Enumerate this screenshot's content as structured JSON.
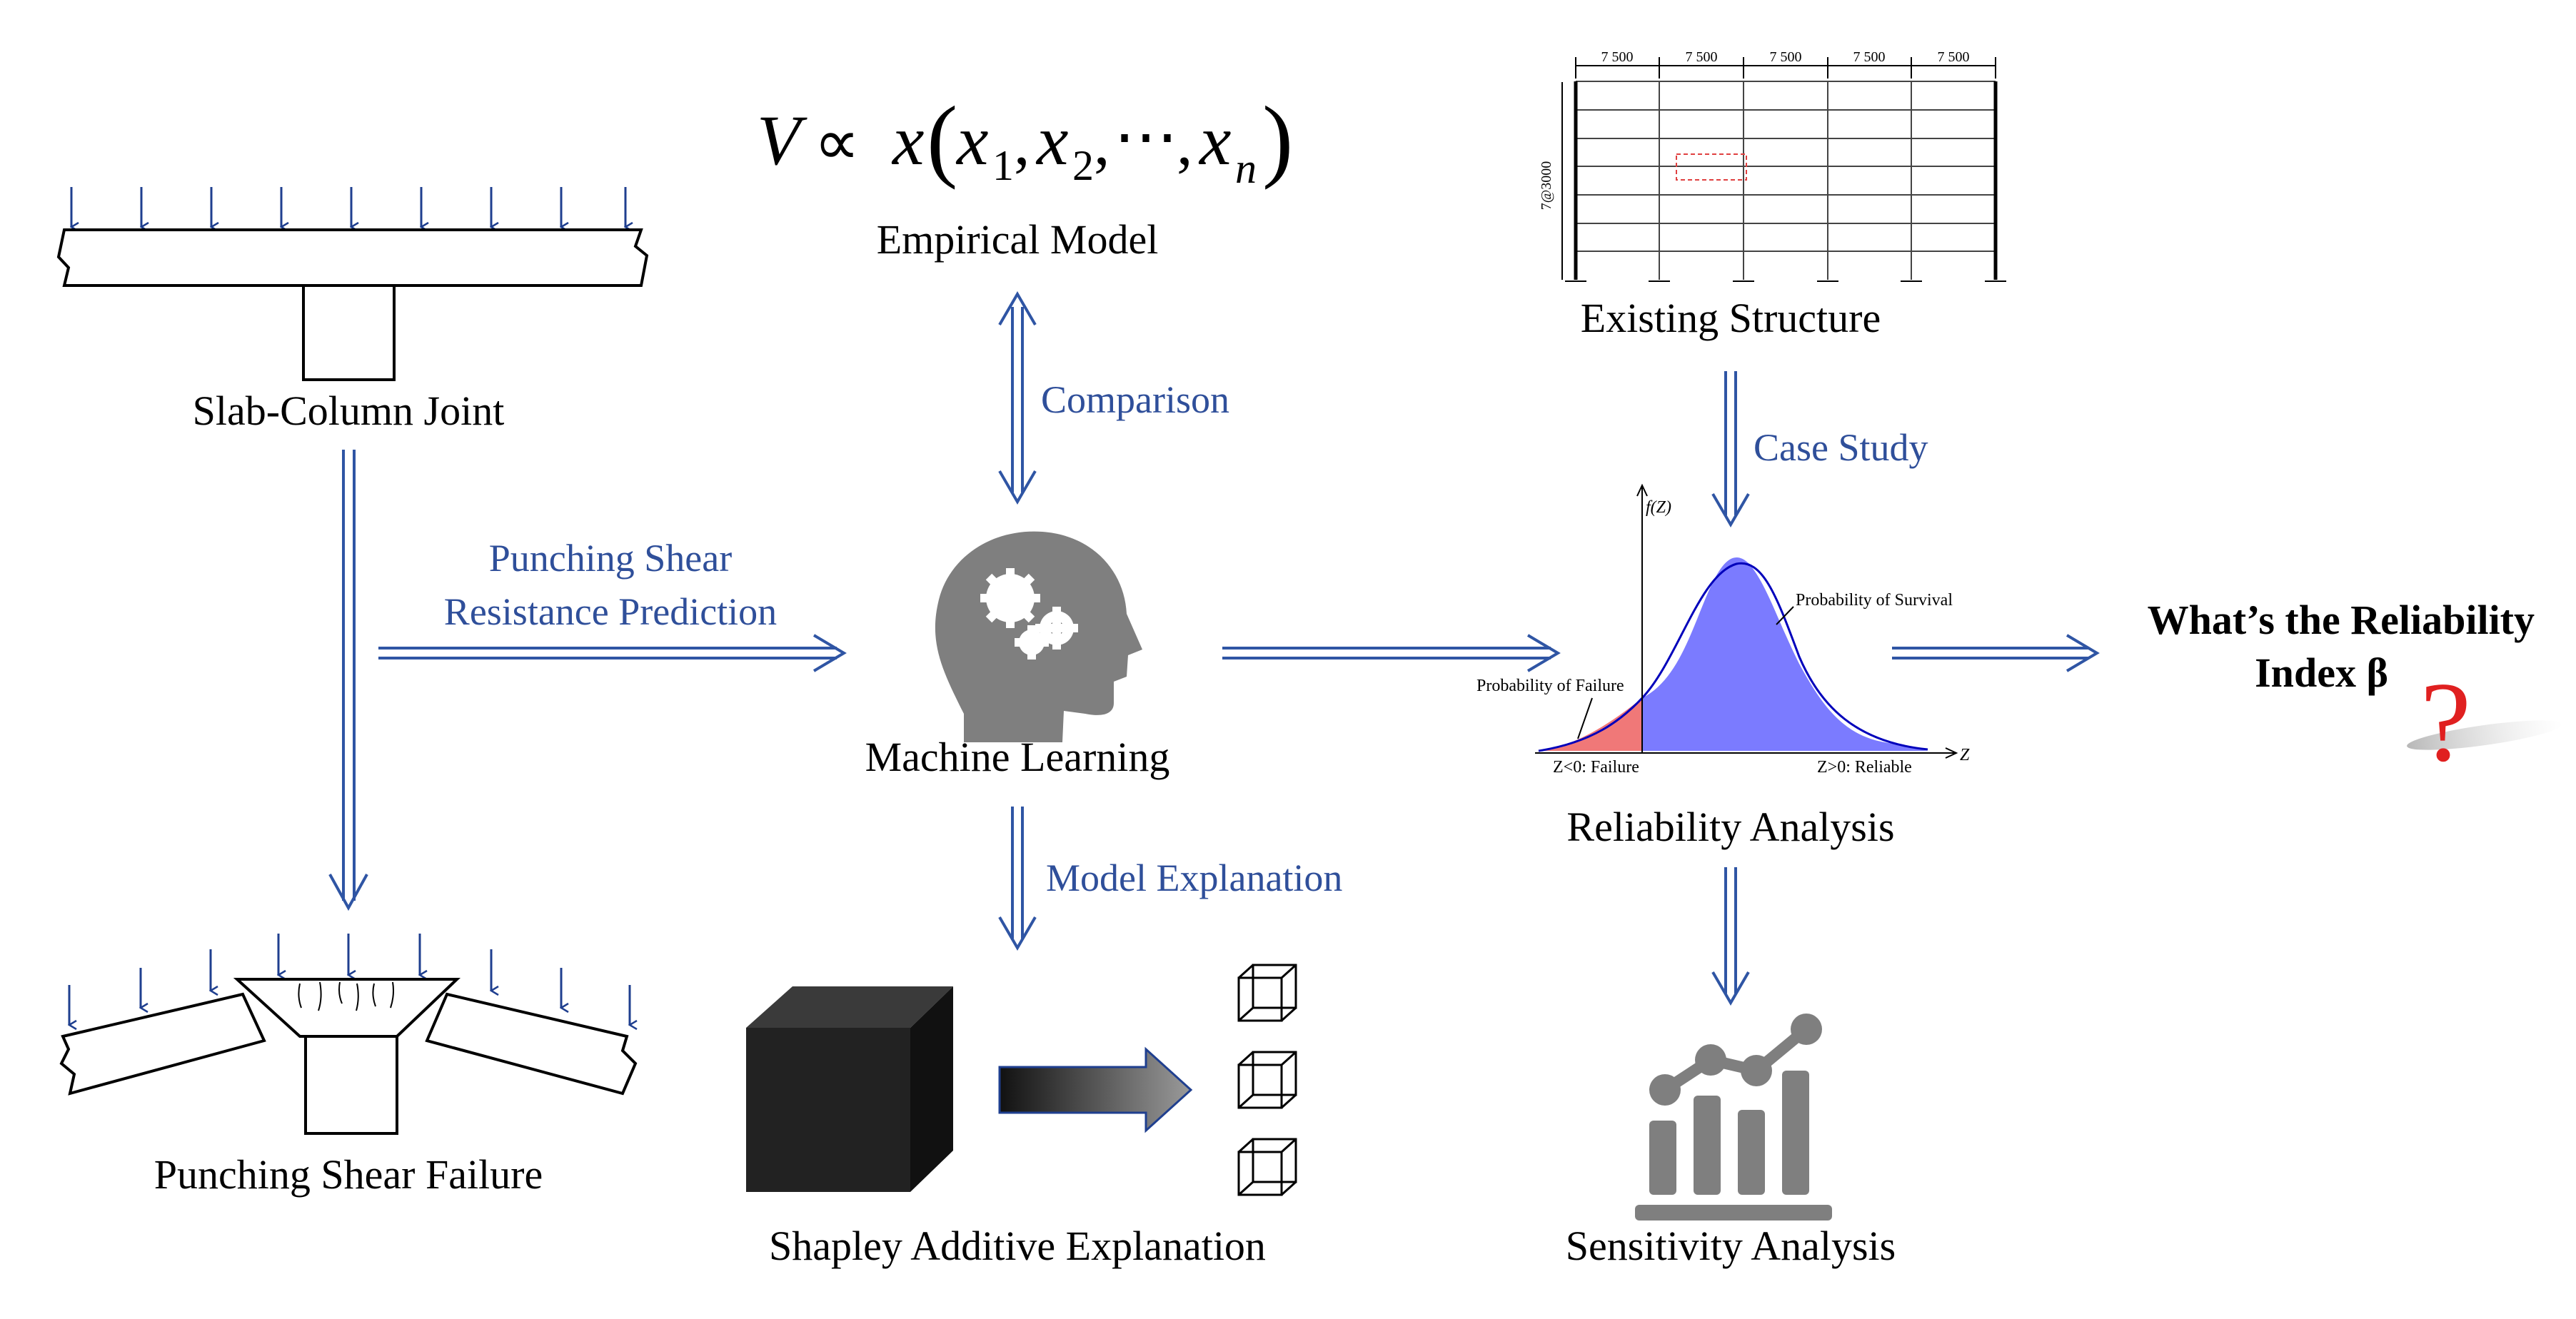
{
  "formula": {
    "lhs": "V",
    "rel": "∝",
    "fn": "x",
    "args": [
      "x",
      "1",
      "x",
      "2",
      "⋯",
      "x",
      "n"
    ]
  },
  "labels": {
    "empirical_model": "Empirical Model",
    "slab_column_joint": "Slab-Column Joint",
    "punching_shear_failure": "Punching Shear Failure",
    "machine_learning": "Machine Learning",
    "shapley": "Shapley Additive Explanation",
    "existing_structure": "Existing Structure",
    "reliability_analysis": "Reliability Analysis",
    "sensitivity_analysis": "Sensitivity Analysis",
    "question_line1": "What’s the Reliability",
    "question_line2": "Index β",
    "question_mark": "?"
  },
  "arrow_labels": {
    "comparison": "Comparison",
    "psrp_line1": "Punching Shear",
    "psrp_line2": "Resistance Prediction",
    "model_explanation": "Model Explanation",
    "case_study": "Case Study"
  },
  "distribution": {
    "fz": "f(Z)",
    "z": "Z",
    "survival": "Probability of Survival",
    "failure": "Probability of Failure",
    "z_fail": "Z<0: Failure",
    "z_reliable": "Z>0: Reliable"
  },
  "frame": {
    "spans": [
      "7 500",
      "7 500",
      "7 500",
      "7 500",
      "7 500"
    ],
    "height_label": "7@3000"
  },
  "colors": {
    "arrow": "#2f55a4",
    "label_blue": "#2f4f9a",
    "survival_fill": "#7b7bff",
    "failure_fill": "#f07878",
    "icon_gray": "#7f7f7f",
    "question_red": "#e02020"
  },
  "icons": [
    "head-gears-icon",
    "black-cube-icon",
    "wireframe-cube-icon",
    "bar-chart-trend-icon",
    "gradient-arrow-icon"
  ]
}
